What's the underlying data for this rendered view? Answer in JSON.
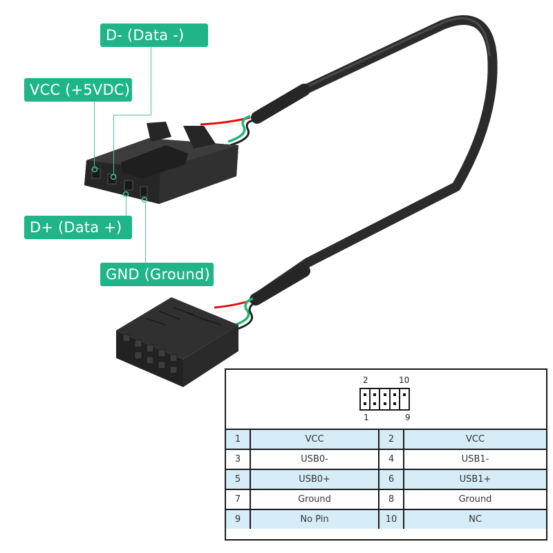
{
  "labels": {
    "d_minus": "D-  (Data -)",
    "vcc": "VCC  (+5VDC)",
    "d_plus": "D+  (Data +)",
    "gnd": "GND  (Ground)"
  },
  "colors": {
    "label_bg": "#1fb588",
    "leader_line": "#3fc6a0",
    "cable": "#2b2b2b",
    "wire_red": "#e01010",
    "wire_green": "#22b573",
    "wire_white": "#f2f2f2",
    "table_shade": "#d6ecf7"
  },
  "pin_diagram": {
    "top_left": "2",
    "top_right": "10",
    "bottom_left": "1",
    "bottom_right": "9"
  },
  "pin_table": {
    "rows": [
      {
        "pin_a": "1",
        "signal_a": "VCC",
        "pin_b": "2",
        "signal_b": "VCC"
      },
      {
        "pin_a": "3",
        "signal_a": "USB0-",
        "pin_b": "4",
        "signal_b": "USB1-"
      },
      {
        "pin_a": "5",
        "signal_a": "USB0+",
        "pin_b": "6",
        "signal_b": "USB1+"
      },
      {
        "pin_a": "7",
        "signal_a": "Ground",
        "pin_b": "8",
        "signal_b": "Ground"
      },
      {
        "pin_a": "9",
        "signal_a": "No Pin",
        "pin_b": "10",
        "signal_b": "NC"
      }
    ]
  }
}
